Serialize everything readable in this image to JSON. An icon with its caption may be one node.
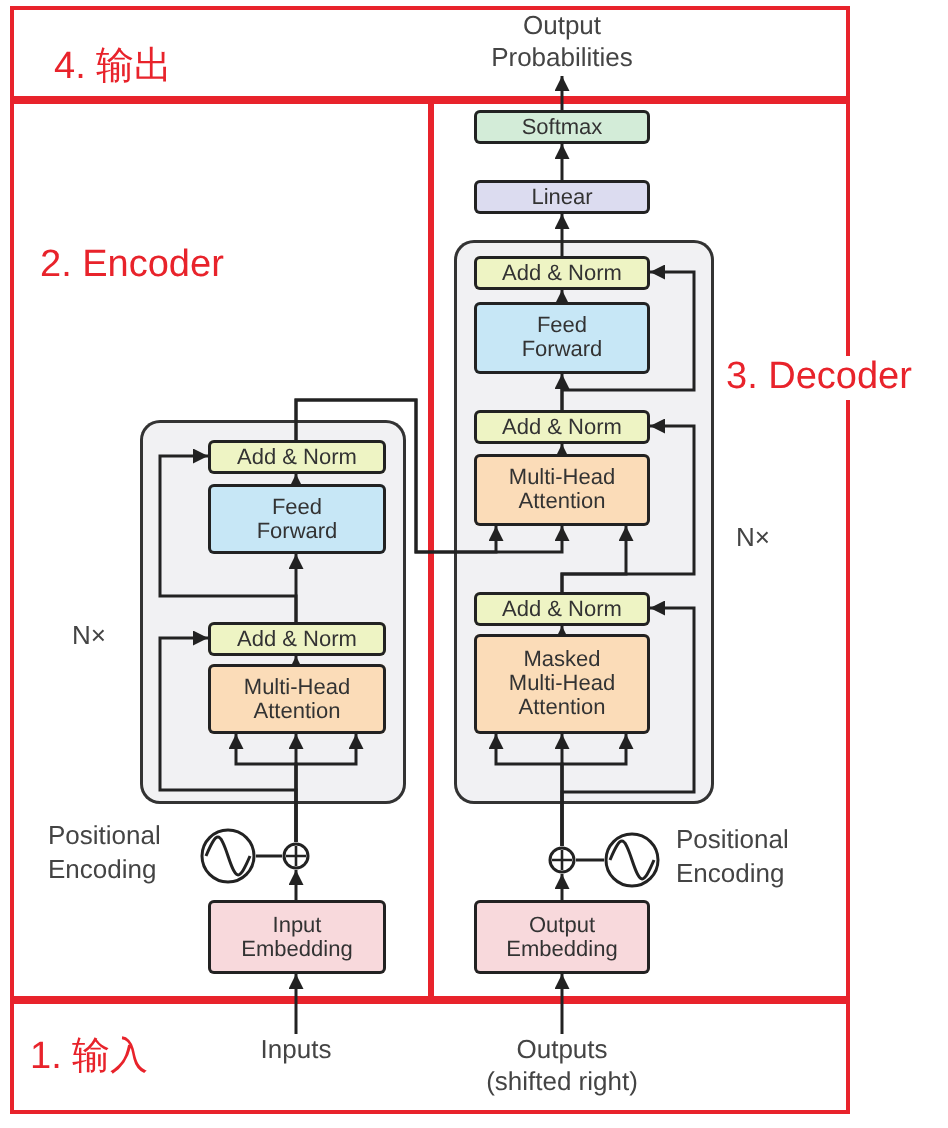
{
  "diagram": {
    "nodes": [
      {
        "text": [
          "4. 输出"
        ]
      },
      {
        "text": [
          "Output Probabilities"
        ],
        "in": 0
      },
      {
        "text": [
          "2. Encoder"
        ]
      },
      {
        "text": [],
        "shape": "box",
        "in": 2,
        "beside": [
          "N×"
        ]
      },
      {
        "text": [
          "Add & Norm"
        ],
        "in": 3
      },
      {
        "text": [
          "Feed Forward"
        ],
        "in": 3
      },
      {
        "text": [
          "Add & Norm"
        ],
        "in": 3
      },
      {
        "text": [
          "Multi-Head Attention"
        ],
        "in": 3
      },
      {
        "text": [],
        "shape": "circle",
        "in": 2
      },
      {
        "text": [],
        "shape": "circle",
        "in": 2,
        "beside": [
          "Positional Encoding"
        ]
      },
      {
        "text": [
          "Input Embedding"
        ],
        "in": 2
      },
      {
        "text": [
          "3. Decoder"
        ]
      },
      {
        "text": [
          "Softmax"
        ],
        "in": 11
      },
      {
        "text": [
          "Linear"
        ],
        "in": 11
      },
      {
        "text": [],
        "shape": "box",
        "in": 11,
        "beside": [
          "N×"
        ]
      },
      {
        "text": [
          "Add & Norm"
        ],
        "in": 14
      },
      {
        "text": [
          "Feed Forward"
        ],
        "in": 14
      },
      {
        "text": [
          "Add & Norm"
        ],
        "in": 14
      },
      {
        "text": [
          "Multi-Head Attention"
        ],
        "in": 14
      },
      {
        "text": [
          "Add & Norm"
        ],
        "in": 14
      },
      {
        "text": [
          "Masked Multi-Head Attention"
        ],
        "in": 14
      },
      {
        "text": [],
        "shape": "circle",
        "in": 11
      },
      {
        "text": [],
        "shape": "circle",
        "in": 11,
        "beside": [
          "Positional Encoding"
        ]
      },
      {
        "text": [
          "Output Embedding"
        ],
        "in": 11
      },
      {
        "text": [
          "1. 输入"
        ]
      },
      {
        "text": [
          "Inputs"
        ],
        "in": 24
      },
      {
        "text": [
          "Outputs (shifted right)"
        ],
        "in": 24
      }
    ],
    "edges": [
      {
        "from": 25,
        "to": 10,
        "arrow": "to"
      },
      {
        "from": 10,
        "to": 8,
        "arrow": "to"
      },
      {
        "from": 9,
        "to": 8,
        "arrow": "none"
      },
      {
        "from": 8,
        "to": 7,
        "arrow": "to"
      },
      {
        "from": 8,
        "to": 6,
        "arrow": "to"
      },
      {
        "from": 7,
        "to": 6,
        "arrow": "to"
      },
      {
        "from": 6,
        "to": 5,
        "arrow": "to"
      },
      {
        "from": 6,
        "to": 4,
        "arrow": "to"
      },
      {
        "from": 5,
        "to": 4,
        "arrow": "to"
      },
      {
        "from": 4,
        "to": 18,
        "arrow": "to"
      },
      {
        "from": 23,
        "to": 21,
        "arrow": "to"
      },
      {
        "from": 22,
        "to": 21,
        "arrow": "none"
      },
      {
        "from": 21,
        "to": 20,
        "arrow": "to"
      },
      {
        "from": 21,
        "to": 19,
        "arrow": "to"
      },
      {
        "from": 20,
        "to": 19,
        "arrow": "to"
      },
      {
        "from": 19,
        "to": 18,
        "arrow": "to"
      },
      {
        "from": 19,
        "to": 17,
        "arrow": "to"
      },
      {
        "from": 18,
        "to": 17,
        "arrow": "to"
      },
      {
        "from": 17,
        "to": 16,
        "arrow": "to"
      },
      {
        "from": 17,
        "to": 15,
        "arrow": "to"
      },
      {
        "from": 16,
        "to": 15,
        "arrow": "to"
      },
      {
        "from": 15,
        "to": 13,
        "arrow": "to"
      },
      {
        "from": 13,
        "to": 12,
        "arrow": "to"
      },
      {
        "from": 12,
        "to": 1,
        "arrow": "to"
      },
      {
        "from": 26,
        "to": 23,
        "arrow": "to"
      },
      {
        "from": 8,
        "to": 7,
        "arrow": "to"
      },
      {
        "from": 8,
        "to": 7,
        "arrow": "to"
      },
      {
        "from": 21,
        "to": 20,
        "arrow": "to"
      },
      {
        "from": 21,
        "to": 20,
        "arrow": "to"
      },
      {
        "from": 4,
        "to": 18,
        "arrow": "to"
      }
    ]
  }
}
